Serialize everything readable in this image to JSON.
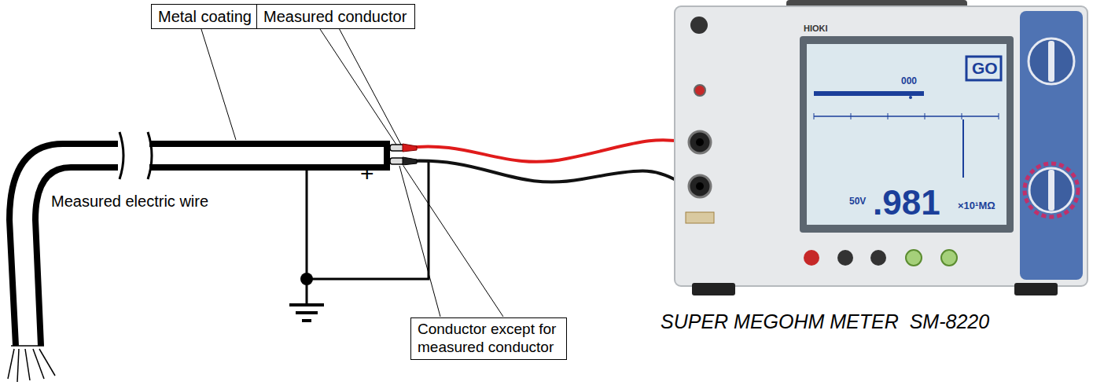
{
  "diagram": {
    "caption": "SUPER MEGOHM METER  SM-8220",
    "nodes": [
      {
        "text": [
          "Metal coating"
        ]
      },
      {
        "text": [
          "Measured conductor"
        ]
      },
      {
        "text": [
          "Conductor except for measured conductor"
        ]
      }
    ],
    "labels": [
      "Measured electric wire",
      "−",
      "+",
      "HIOKI",
      "000",
      "GO",
      "50V",
      ".981",
      "×10¹MΩ"
    ]
  }
}
